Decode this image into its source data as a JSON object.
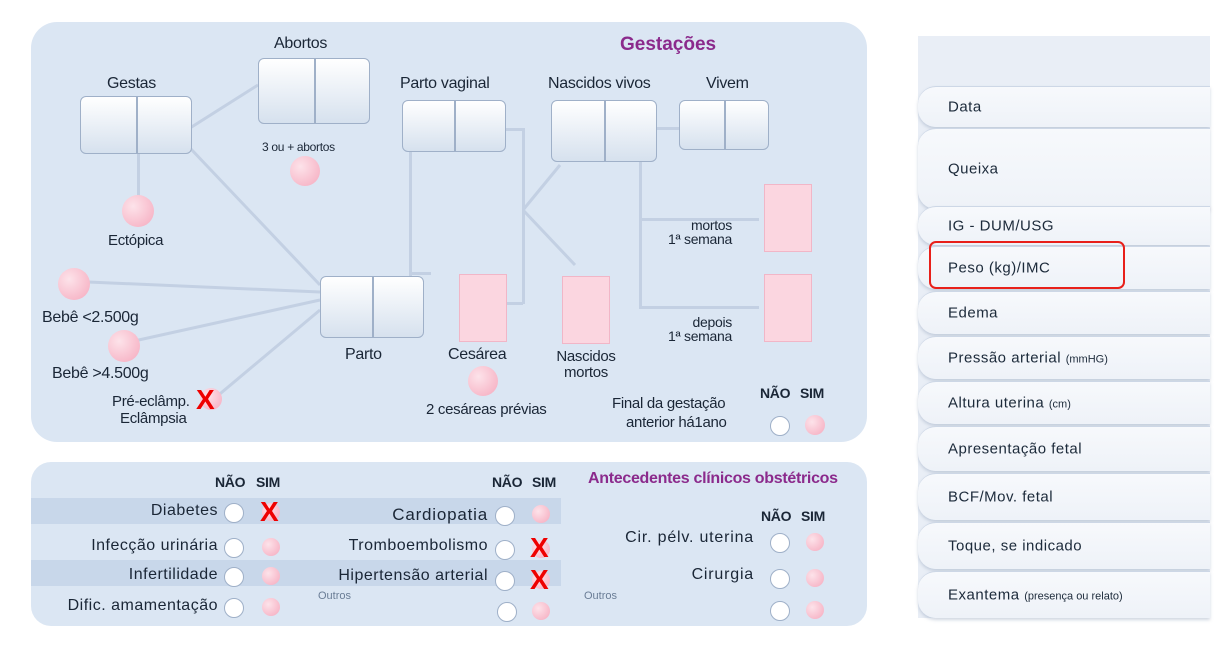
{
  "gestacoes": {
    "title": "Gestações",
    "labels": {
      "abortos": "Abortos",
      "gestas": "Gestas",
      "parto_vaginal": "Parto vaginal",
      "nascidos_vivos": "Nascidos vivos",
      "vivem": "Vivem",
      "tres_abortos": "3 ou + abortos",
      "ectopica": "Ectópica",
      "mortos_1": "mortos",
      "semana_1": "1ª semana",
      "depois": "depois",
      "semana_2": "1ª semana",
      "bebe_menor": "Bebê <2.500g",
      "bebe_maior": "Bebê >4.500g",
      "parto": "Parto",
      "cesarea": "Cesárea",
      "nascidos_mortos_1": "Nascidos",
      "nascidos_mortos_2": "mortos",
      "pre_eclampsia": "Pré-eclâmp.",
      "eclampsia": "Eclâmpsia",
      "cesareas_previas": "2 cesáreas prévias",
      "final_gestacao_1": "Final da gestação",
      "final_gestacao_2": "anterior há1ano",
      "nao": "NÃO",
      "sim": "SIM"
    },
    "marks": {
      "pre_eclampsia": "X"
    }
  },
  "antecedentes": {
    "title": "Antecedentes clínicos obstétricos",
    "nao": "NÃO",
    "sim": "SIM",
    "col1": [
      {
        "label": "Diabetes",
        "mark": "X"
      },
      {
        "label": "Infecção urinária",
        "mark": ""
      },
      {
        "label": "Infertilidade",
        "mark": ""
      },
      {
        "label": "Dific. amamentação",
        "mark": ""
      }
    ],
    "col2": [
      {
        "label": "Cardiopatia",
        "mark": ""
      },
      {
        "label": "Tromboembolismo",
        "mark": "X"
      },
      {
        "label": "Hipertensão arterial",
        "mark": "X"
      },
      {
        "label": "Outros",
        "mark": ""
      }
    ],
    "col3": [
      {
        "label": "Cir. pélv. uterina"
      },
      {
        "label": "Cirurgia"
      },
      {
        "label": "Outros"
      }
    ]
  },
  "consulta": {
    "rows": [
      {
        "label": "Data",
        "small": ""
      },
      {
        "label": "Queixa",
        "small": ""
      },
      {
        "label": "IG - DUM/USG",
        "small": ""
      },
      {
        "label": "Peso (kg)/IMC",
        "small": ""
      },
      {
        "label": "Edema",
        "small": ""
      },
      {
        "label": "Pressão arterial ",
        "small": "(mmHG)"
      },
      {
        "label": "Altura uterina ",
        "small": "(cm)"
      },
      {
        "label": "Apresentação fetal",
        "small": ""
      },
      {
        "label": "BCF/Mov. fetal",
        "small": ""
      },
      {
        "label": "Toque, se indicado",
        "small": ""
      },
      {
        "label": "Exantema ",
        "small": "(presença ou relato)"
      }
    ],
    "highlighted_row": "Peso (kg)/IMC",
    "highlight_color": "#e8201a"
  },
  "colors": {
    "panel": "#dbe6f3",
    "title_purple": "#8b2a8c",
    "pink": "#f5a9bd",
    "mark_red": "#ee0000"
  }
}
